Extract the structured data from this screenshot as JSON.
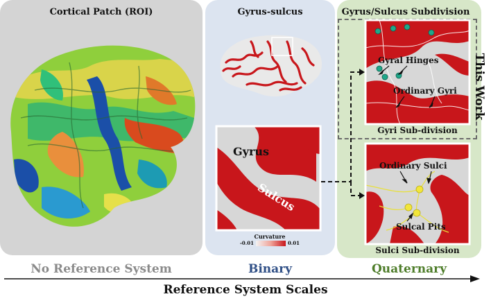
{
  "panels": {
    "left": {
      "title": "Cortical Patch (ROI)",
      "scale": "No Reference System",
      "scale_color": "#8a8a8a"
    },
    "mid": {
      "title": "Gyrus-sulcus",
      "scale": "Binary",
      "scale_color": "#2f4f86",
      "gyrus_label": "Gyrus",
      "sulcus_label": "Sulcus",
      "colorbar": {
        "title": "Curvature",
        "min": "-0.01",
        "max": "0.01"
      }
    },
    "right": {
      "title": "Gyrus/Sulcus Subdivision",
      "scale": "Quaternary",
      "scale_color": "#4e7d2a",
      "gyri_caption": "Gyri Sub-division",
      "sulci_caption": "Sulci Sub-division",
      "gyral_hinges": "Gyral Hinges",
      "ordinary_gyri": "Ordinary Gyri",
      "ordinary_sulci": "Ordinary Sulci",
      "sulcal_pits": "Sulcal Pits",
      "this_work": "This Work"
    }
  },
  "axis": {
    "title": "Reference System Scales"
  },
  "colors": {
    "cortex_red": "#c8161b",
    "cortex_gray": "#d9d9d9",
    "hinge_teal": "#1fa88a",
    "pit_yellow": "#f2e63a",
    "arrow": "#111111"
  }
}
